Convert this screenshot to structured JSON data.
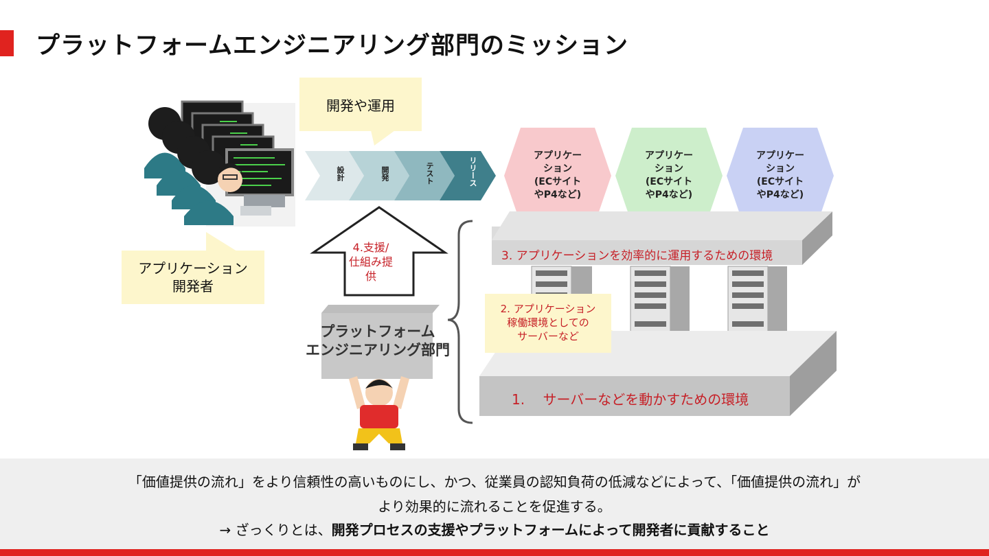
{
  "slide": {
    "title": "プラットフォームエンジニアリング部門のミッション",
    "accent_color": "#e0231f"
  },
  "callouts": {
    "dev_ops": "開発や運用",
    "app_dev_line1": "アプリケーション",
    "app_dev_line2": "開発者",
    "server_line1": "2. アプリケーション",
    "server_line2": "稼働環境としての",
    "server_line3": "サーバーなど"
  },
  "pipeline": {
    "steps": [
      "設計",
      "開発",
      "テスト",
      "リリース"
    ],
    "colors": [
      "#dde8ea",
      "#b7d3d7",
      "#8fb8bf",
      "#3f7f8b"
    ]
  },
  "apps": [
    {
      "line1": "アプリケー",
      "line2": "ション",
      "line3": "(ECサイト",
      "line4": "やP4など)",
      "color": "#f8c9cc"
    },
    {
      "line1": "アプリケー",
      "line2": "ション",
      "line3": "(ECサイト",
      "line4": "やP4など)",
      "color": "#cdeecb"
    },
    {
      "line1": "アプリケー",
      "line2": "ション",
      "line3": "(ECサイト",
      "line4": "やP4など)",
      "color": "#c9d1f4"
    }
  ],
  "support": {
    "line1": "4.支援/",
    "line2": "仕組み提",
    "line3": "供"
  },
  "platform": {
    "line1": "プラットフォーム",
    "line2": "エンジニアリング部門"
  },
  "layers": {
    "layer3": "3. アプリケーションを効率的に運用するための環境",
    "layer1": "1.　 サーバーなどを動かすための環境"
  },
  "footer": {
    "line1": "「価値提供の流れ」をより信頼性の高いものにし、かつ、従業員の認知負荷の低減などによって、「価値提供の流れ」が",
    "line2": "より効果的に流れることを促進する。",
    "line3_prefix": "→ ざっくりとは、",
    "line3_bold": "開発プロセスの支援やプラットフォームによって開発者に貢献すること"
  }
}
